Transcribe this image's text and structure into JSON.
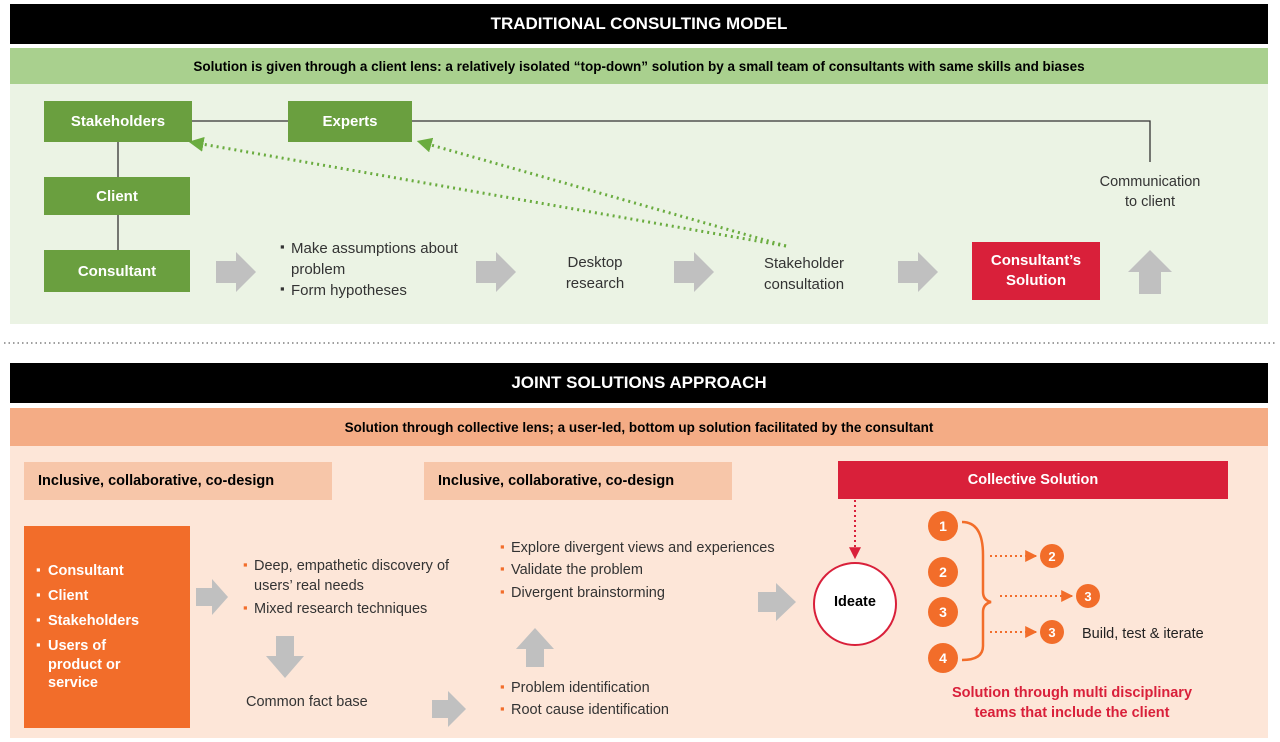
{
  "traditional": {
    "header": "TRADITIONAL CONSULTING MODEL",
    "subheader": "Solution is given through a client lens: a relatively isolated “top-down” solution by a small team of consultants with same skills and biases",
    "stakeholders": "Stakeholders",
    "experts": "Experts",
    "client": "Client",
    "consultant": "Consultant",
    "assumptions": [
      "Make assumptions about problem",
      "Form hypotheses"
    ],
    "desktop_research": [
      "Desktop",
      "research"
    ],
    "stakeholder_consultation": [
      "Stakeholder",
      "consultation"
    ],
    "consultant_solution": [
      "Consultant’s",
      "Solution"
    ],
    "communication": [
      "Communication",
      "to client"
    ]
  },
  "joint": {
    "header": "JOINT SOLUTIONS APPROACH",
    "subheader": "Solution through collective lens; a user-led, bottom up solution facilitated by the consultant",
    "codesign_1": "Inclusive, collaborative, co-design",
    "codesign_2": "Inclusive, collaborative, co-design",
    "collective_solution": "Collective Solution",
    "participants": [
      "Consultant",
      "Client",
      "Stakeholders",
      "Users of product or service"
    ],
    "discovery": [
      "Deep, empathetic discovery of users’ real needs",
      "Mixed research techniques"
    ],
    "common_fact_base": "Common fact base",
    "explore": [
      "Explore divergent views and experiences",
      "Validate the problem",
      "Divergent brainstorming"
    ],
    "problem": [
      "Problem identification",
      "Root cause identification"
    ],
    "ideate": "Ideate",
    "steps_left": [
      "1",
      "2",
      "3",
      "4"
    ],
    "steps_right": [
      "2",
      "3",
      "3"
    ],
    "build_test": "Build, test & iterate",
    "multi_disciplinary": [
      "Solution through multi disciplinary",
      "teams that include the client"
    ]
  },
  "colors": {
    "green": "#6a9f3f",
    "light_green_band": "#a9d08e",
    "light_green_bg": "#ebf3e4",
    "red": "#d9203a",
    "orange": "#f26d2a",
    "salmon": "#f4ac85",
    "peach_bg": "#fde6d8",
    "arrow_gray": "#c0c0c0"
  }
}
